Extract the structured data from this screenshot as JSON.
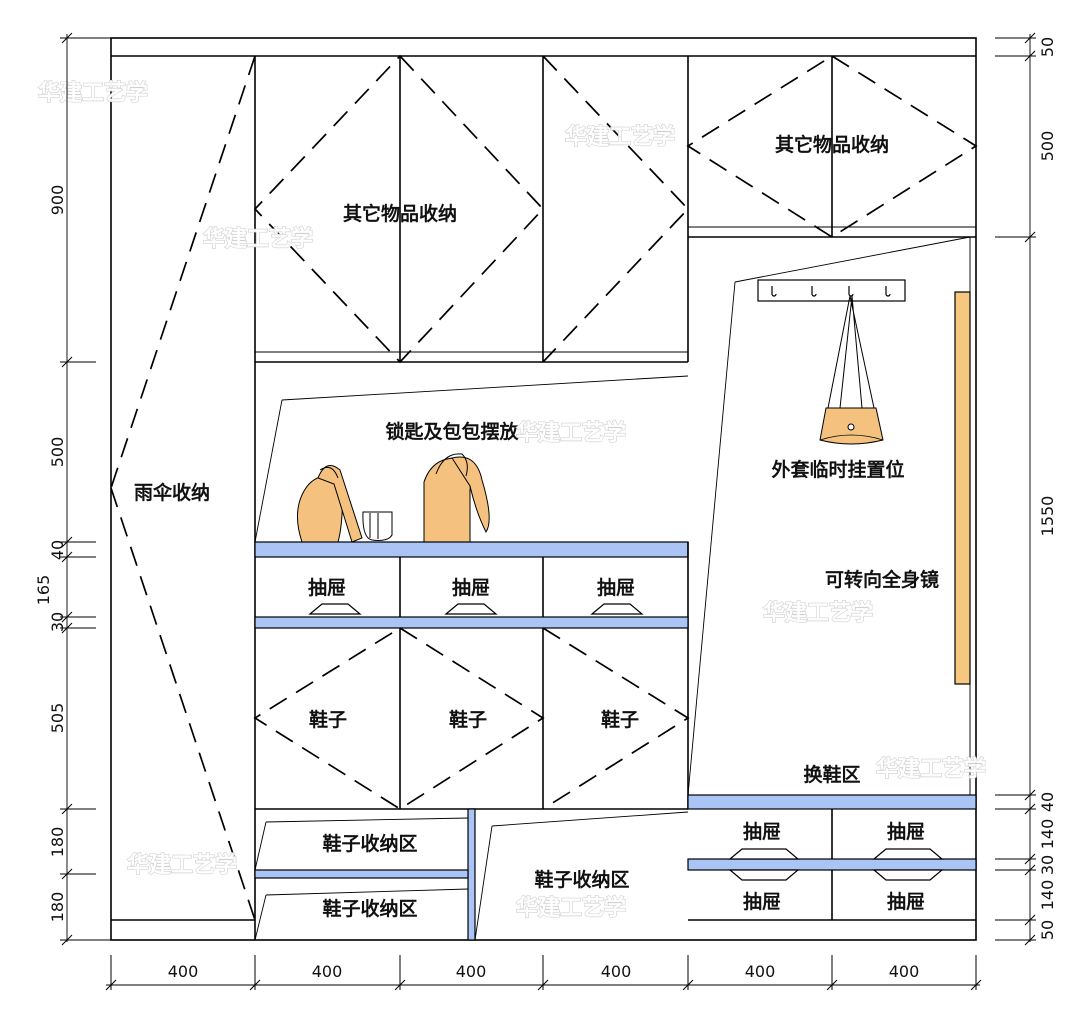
{
  "labels": {
    "umbrella": "雨伞收纳",
    "other_left": "其它物品收纳",
    "other_right": "其它物品收纳",
    "keys": "锁匙及包包摆放",
    "coat": "外套临时挂置位",
    "mirror": "可转向全身镜",
    "change": "换鞋区",
    "drawer": "抽屉",
    "shoes": "鞋子",
    "shoe_zone": "鞋子收纳区"
  },
  "left_dims": [
    "900",
    "500",
    "40",
    "165",
    "30",
    "505",
    "180",
    "180"
  ],
  "right_dims": [
    "50",
    "500",
    "1550",
    "40",
    "140",
    "30",
    "140",
    "50"
  ],
  "bottom_dims": [
    "400",
    "400",
    "400",
    "400",
    "400",
    "400"
  ],
  "watermark": "华建工艺学",
  "colors": {
    "shelf": "#a9c4f5",
    "mirror": "#f6c77f",
    "bag": "#f4c27e"
  }
}
